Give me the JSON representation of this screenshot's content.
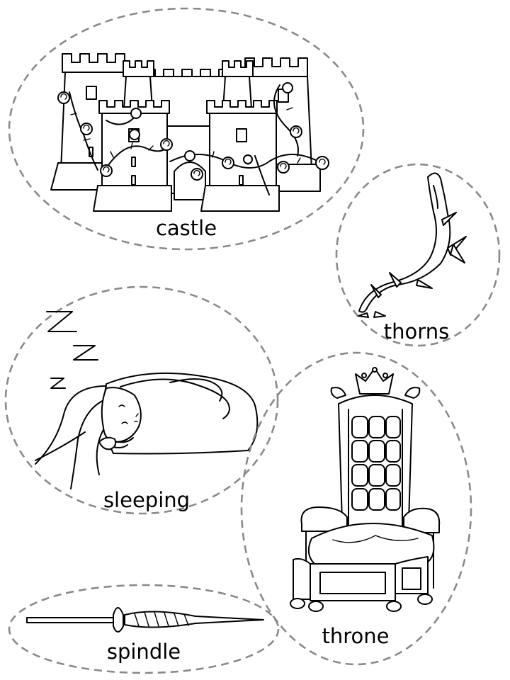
{
  "labels": {
    "castle": "castle",
    "thorns": "thorns",
    "sleeping": "sleeping",
    "throne": "throne",
    "spindle": "spindle"
  },
  "icons": {
    "castle": "castle-icon",
    "thorns": "thorn-vine-icon",
    "sleeping": "sleeping-princess-icon",
    "throne": "throne-icon",
    "spindle": "spindle-icon"
  },
  "colors": {
    "dashed_outline": "#8a8a8a",
    "ink": "#000000",
    "background": "#ffffff"
  }
}
